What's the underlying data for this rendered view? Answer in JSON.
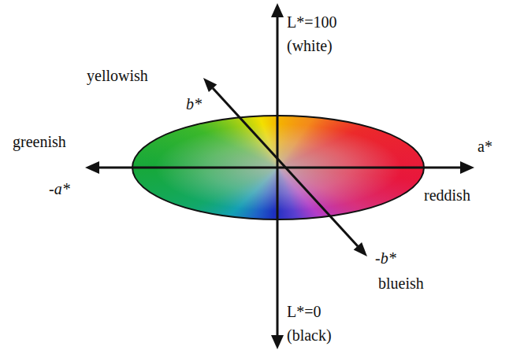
{
  "diagram": {
    "labels": [
      "L*=100",
      "(white)",
      "yellowish",
      "b*",
      "greenish",
      "-a*",
      "a*",
      "reddish",
      "-b*",
      "blueish",
      "L*=0",
      "(black)"
    ]
  }
}
